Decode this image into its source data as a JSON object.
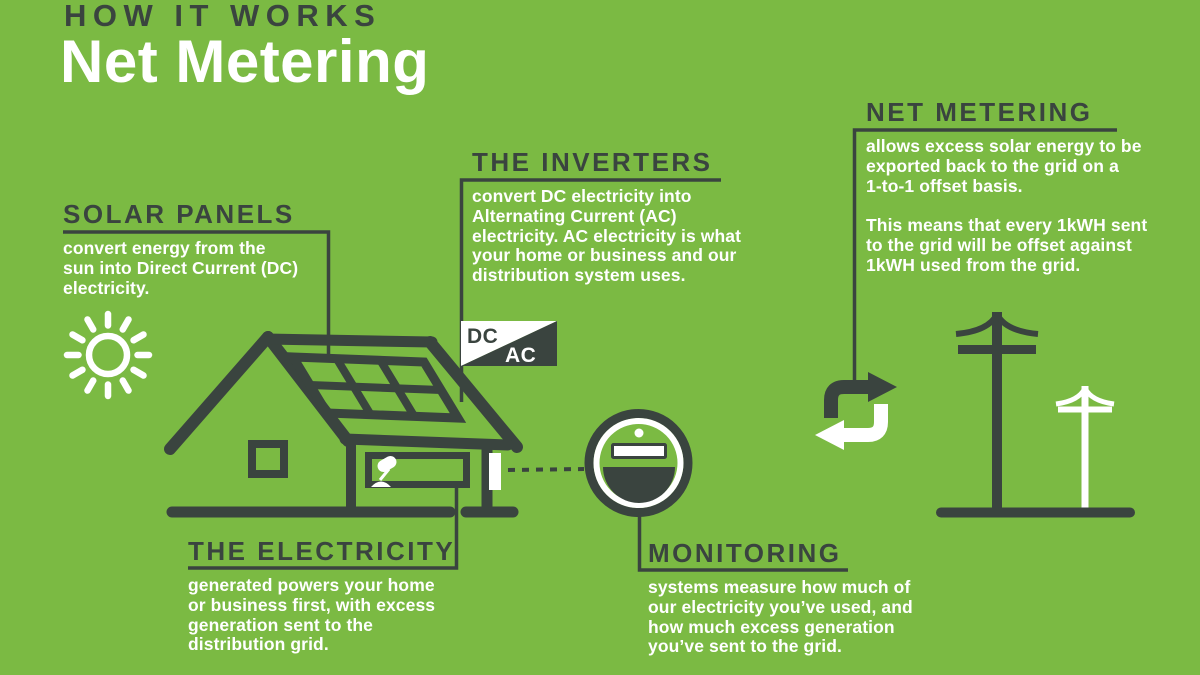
{
  "colors": {
    "background": "#7bba43",
    "ink": "#3a443f",
    "paper": "#ffffff"
  },
  "header": {
    "kicker": "HOW IT WORKS",
    "title": "Net Metering"
  },
  "sections": {
    "solar_panels": {
      "heading": "SOLAR PANELS",
      "body": "convert energy from the\nsun into Direct Current (DC)\nelectricity."
    },
    "inverters": {
      "heading": "THE INVERTERS",
      "body": "convert DC electricity into\nAlternating Current (AC)\nelectricity. AC electricity is what\nyour home or business and our\ndistribution system uses."
    },
    "net_metering": {
      "heading": "NET METERING",
      "body": "allows excess solar energy to be\nexported back to the grid on a\n1-to-1 offset basis.\n\nThis means that every 1kWH sent\nto the grid will be offset against\n1kWH used from the grid."
    },
    "electricity": {
      "heading": "THE ELECTRICITY",
      "body": "generated powers your home\nor business first, with excess\ngeneration sent to the\ndistribution grid."
    },
    "monitoring": {
      "heading": "MONITORING",
      "body": "systems measure how much of\nour electricity you’ve used, and\nhow much excess generation\nyou’ve sent to the grid."
    }
  },
  "flag": {
    "dc_label": "DC",
    "ac_label": "AC"
  },
  "icons": {
    "sun": "sun-icon",
    "house": "house-icon",
    "solar_panel": "solar-panel-grid-icon",
    "desk_lamp": "desk-lamp-icon",
    "dc_ac_flag": "dc-ac-flag-icon",
    "electric_meter": "electric-meter-icon",
    "sync_arrows": "sync-arrows-icon",
    "power_pole_large": "power-pole-dark-icon",
    "power_pole_small": "power-pole-white-icon"
  }
}
